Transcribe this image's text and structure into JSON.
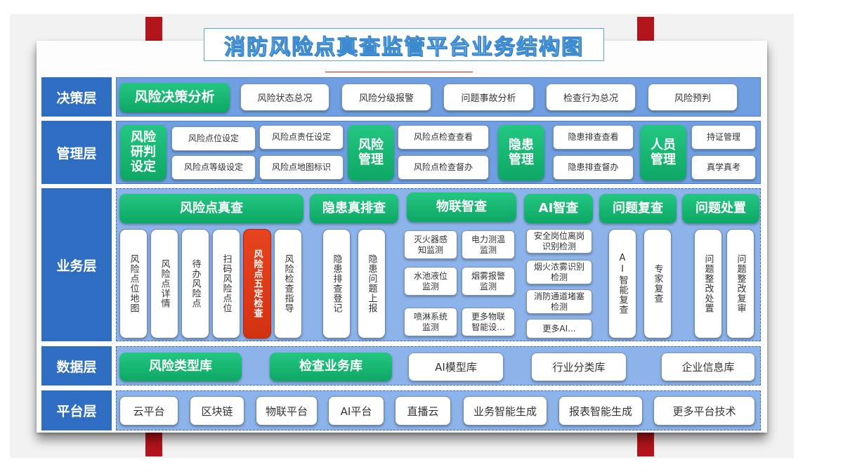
{
  "title": "消防风险点真查监管平台业务结构图",
  "layers": {
    "decision": "决策层",
    "management": "管理层",
    "business": "业务层",
    "data": "数据层",
    "platform": "平台层"
  },
  "decision": {
    "main": "风险决策分析",
    "items": [
      "风险状态总况",
      "风险分级报警",
      "问题事故分析",
      "检查行为总况",
      "风险预判"
    ]
  },
  "management": {
    "g1": {
      "title": "风险研判设定",
      "items": [
        "风险点位设定",
        "风险点责任设定",
        "风险点等级设定",
        "风险点地图标识"
      ]
    },
    "g2": {
      "title": "风险管理",
      "items": [
        "风险点检查查看",
        "风险点检查督办"
      ]
    },
    "g3": {
      "title": "隐患管理",
      "items": [
        "隐患排查查看",
        "隐患排查督办"
      ]
    },
    "g4": {
      "title": "人员管理",
      "items": [
        "持证管理",
        "真学真考"
      ]
    }
  },
  "business": {
    "headers": [
      "风险点真查",
      "隐患真排查",
      "物联智查",
      "AI智查",
      "问题复查",
      "问题处置"
    ],
    "risk_items": [
      "风险点位地图",
      "风险点详情",
      "待办风险点",
      "扫码风险点位",
      "风险点五定检查",
      "风险检查指导"
    ],
    "hidden_items": [
      "隐患排查登记",
      "隐患问题上报"
    ],
    "iot_items": [
      "灭火器感知监测",
      "电力测温监测",
      "水池液位监测",
      "烟雾报警监测",
      "喷淋系统监测",
      "更多物联智能设..."
    ],
    "ai_items": [
      "安全岗位离岗识别检测",
      "烟火浓雾识别检测",
      "消防通道堵塞检测",
      "更多AI..."
    ],
    "review_items": [
      "AI智能复查",
      "专家复查"
    ],
    "disposal_items": [
      "问题整改处置",
      "问题整改复审"
    ]
  },
  "data_layer": {
    "green": [
      "风险类型库",
      "检查业务库"
    ],
    "white": [
      "AI模型库",
      "行业分类库",
      "企业信息库"
    ]
  },
  "platform": {
    "items": [
      "云平台",
      "区块链",
      "物联平台",
      "AI平台",
      "直播云",
      "业务智能生成",
      "报表智能生成",
      "更多平台技术"
    ]
  },
  "colors": {
    "green": "#12b06c",
    "blue_label": "#2f6dc2",
    "red_highlight": "#d9391a",
    "red_bar": "#b4141b"
  }
}
